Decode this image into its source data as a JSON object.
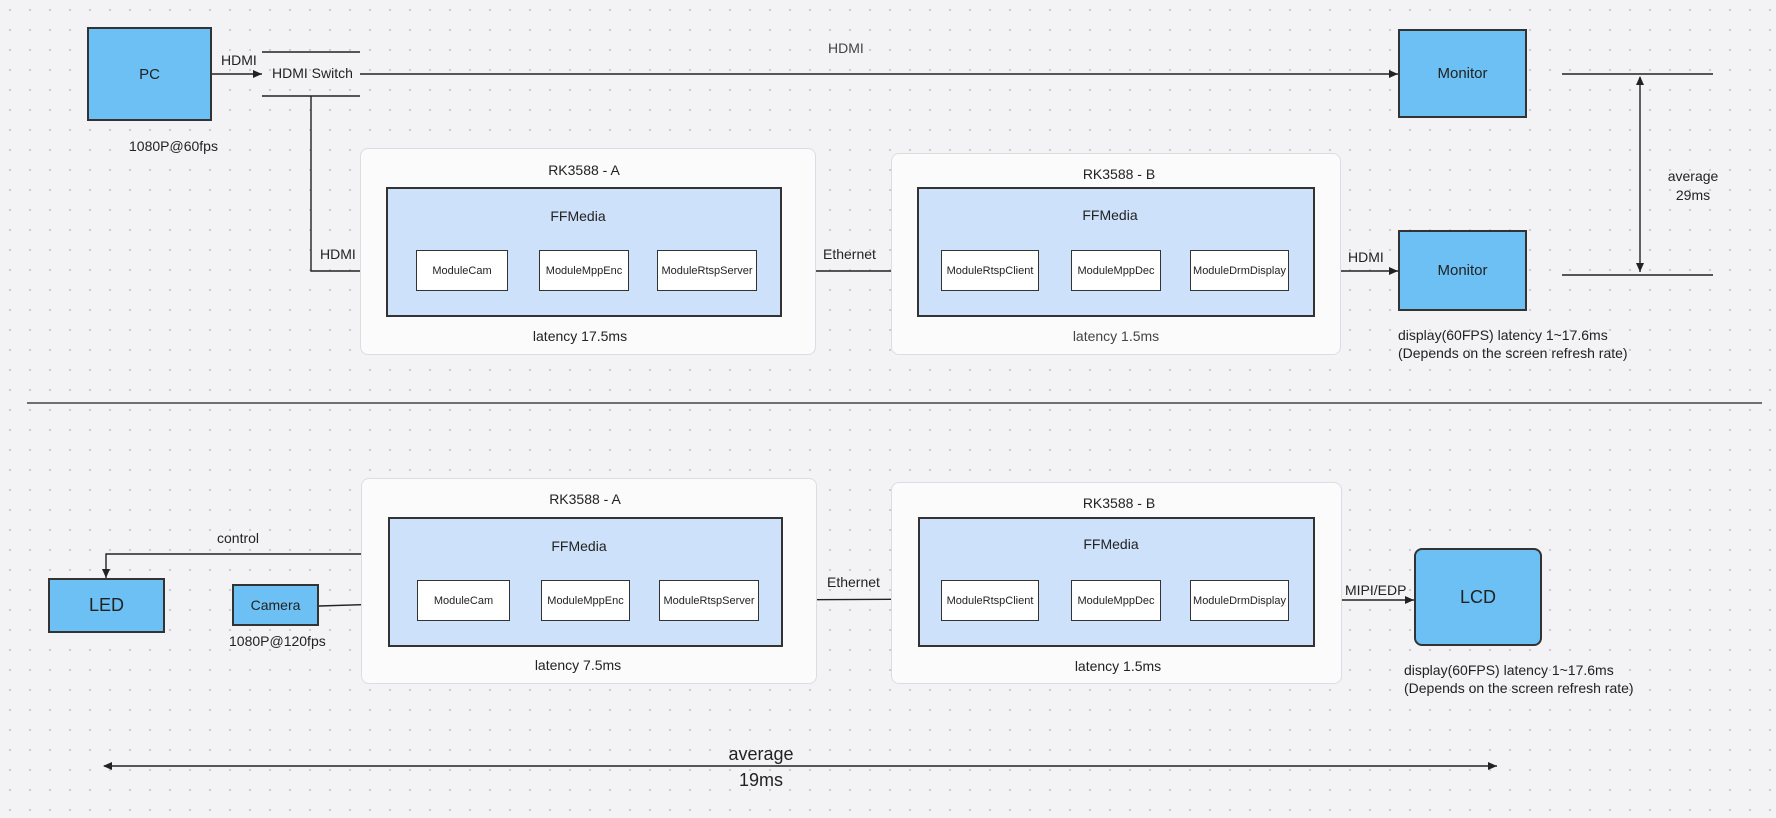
{
  "top": {
    "pc": {
      "label": "PC",
      "resolution": "1080P@60fps"
    },
    "hdmi_label_pc": "HDMI",
    "hdmi_switch": "HDMI Switch",
    "hdmi_top_link": "HDMI",
    "monitor_top": "Monitor",
    "monitor_bottom": "Monitor",
    "average": "average\n29ms",
    "hdmi_in": "HDMI",
    "board_a": {
      "title": "RK3588 - A",
      "ffmedia": "FFMedia",
      "modules": [
        "ModuleCam",
        "ModuleMppEnc",
        "ModuleRtspServer"
      ],
      "latency": "latency 17.5ms"
    },
    "ethernet": "Ethernet",
    "board_b": {
      "title": "RK3588 - B",
      "ffmedia": "FFMedia",
      "modules": [
        "ModuleRtspClient",
        "ModuleMppDec",
        "ModuleDrmDisplay"
      ],
      "latency": "latency 1.5ms"
    },
    "hdmi_out": "HDMI",
    "display_note": "display(60FPS) latency 1~17.6ms\n(Depends on the screen refresh rate)"
  },
  "bottom": {
    "led": "LED",
    "control": "control",
    "camera": {
      "label": "Camera",
      "resolution": "1080P@120fps"
    },
    "board_a": {
      "title": "RK3588 - A",
      "ffmedia": "FFMedia",
      "modules": [
        "ModuleCam",
        "ModuleMppEnc",
        "ModuleRtspServer"
      ],
      "latency": "latency 7.5ms"
    },
    "ethernet": "Ethernet",
    "board_b": {
      "title": "RK3588 - B",
      "ffmedia": "FFMedia",
      "modules": [
        "ModuleRtspClient",
        "ModuleMppDec",
        "ModuleDrmDisplay"
      ],
      "latency": "latency 1.5ms"
    },
    "mipi": "MIPI/EDP",
    "lcd": "LCD",
    "display_note": "display(60FPS) latency 1~17.6ms\n(Depends on the screen refresh rate)",
    "average": "average\n19ms"
  },
  "colors": {
    "device_fill": "#6cc0f4",
    "ffmedia_fill": "#cde1fa",
    "board_fill": "#fbfbfc",
    "line": "#222222"
  }
}
